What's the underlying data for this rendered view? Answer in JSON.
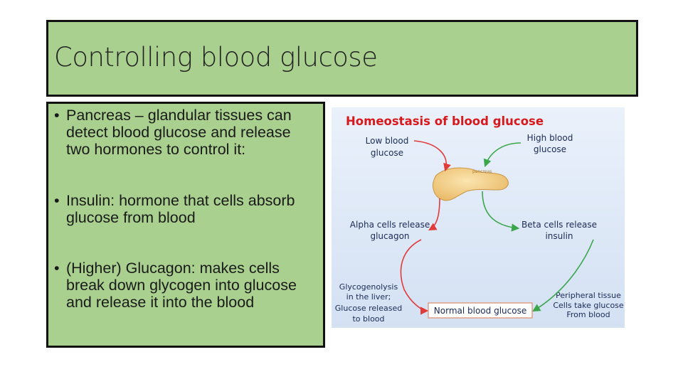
{
  "slide": {
    "title": "Controlling blood glucose",
    "bullets": [
      "Pancreas – glandular tissues can detect blood glucose and release two hormones to control it:",
      "Insulin: hormone that cells absorb glucose from blood",
      "(Higher) Glucagon: makes cells break down glycogen into glucose and release it into the blood"
    ],
    "bullet_symbol": "•"
  },
  "diagram": {
    "title": "Homeostasis of blood glucose",
    "low_1": "Low blood",
    "low_2": "glucose",
    "high_1": "High blood",
    "high_2": "glucose",
    "organ": "pancreas",
    "alpha_1": "Alpha cells release",
    "alpha_2": "glucagon",
    "beta_1": "Beta cells release",
    "beta_2": "insulin",
    "glyco_1": "Glycogenolysis",
    "glyco_2": "in the liver;",
    "glyco_3": "Glucose released",
    "glyco_4": "to blood",
    "peri_1": "Peripheral tissue",
    "peri_2": "Cells take glucose",
    "peri_3": "From blood",
    "normal": "Normal blood glucose",
    "colors": {
      "title": "#d7191c",
      "red_arrow": "#e03a3a",
      "green_arrow": "#3aa64a",
      "bg_top": "#eaf1fb",
      "bg_bottom": "#d3e1f3",
      "pancreas": "#f4d08a"
    }
  }
}
